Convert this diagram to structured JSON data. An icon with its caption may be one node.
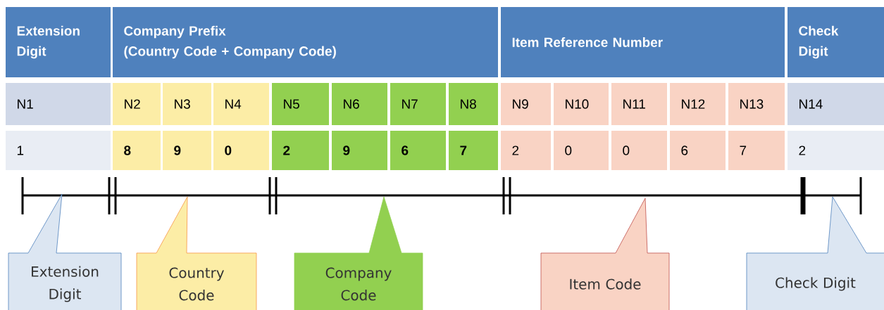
{
  "diagram": {
    "nodes": [
      {
        "text": [
          "Extension Digit"
        ]
      },
      {
        "text": [
          "Country Code"
        ]
      },
      {
        "text": [
          "Company Code"
        ]
      },
      {
        "text": [
          "Item Code"
        ]
      },
      {
        "text": [
          "Check Digit"
        ]
      }
    ],
    "labels": [
      "Extension Digit",
      "Company Prefix",
      "(Country Code + Company Code)",
      "Item Reference Number",
      "Check Digit",
      "N1",
      "N2",
      "N3",
      "N4",
      "N5",
      "N6",
      "N7",
      "N8",
      "N9",
      "N10",
      "N11",
      "N12",
      "N13",
      "N14",
      "1",
      "8",
      "9",
      "0",
      "2",
      "9",
      "6",
      "7",
      "2",
      "0",
      "0",
      "6",
      "7",
      "2"
    ]
  }
}
